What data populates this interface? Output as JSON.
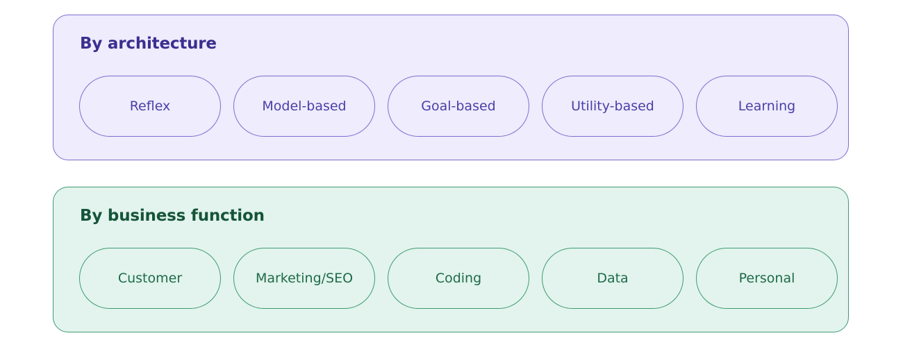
{
  "sections": [
    {
      "title": "By architecture",
      "items": [
        "Reflex",
        "Model-based",
        "Goal-based",
        "Utility-based",
        "Learning"
      ]
    },
    {
      "title": "By business function",
      "items": [
        "Customer",
        "Marketing/SEO",
        "Coding",
        "Data",
        "Personal"
      ]
    }
  ],
  "colors": {
    "architecture_fill": "#eeecfd",
    "architecture_stroke": "#7b6fcd",
    "architecture_text": "#3a2f8f",
    "business_fill": "#e2f4ed",
    "business_stroke": "#3f9a72",
    "business_text": "#16543a"
  }
}
